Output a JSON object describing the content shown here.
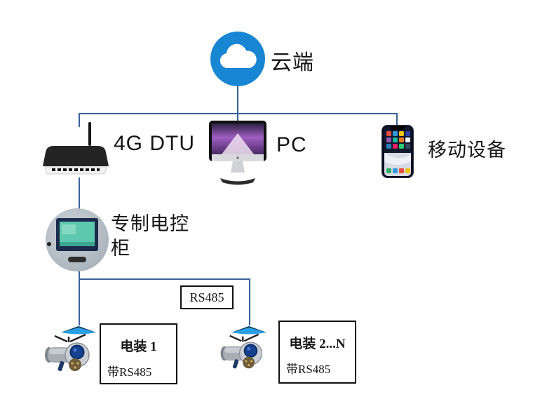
{
  "colors": {
    "accent_blue": "#1886d2",
    "line": "#3a6196",
    "cone_top": "#0d3e63",
    "cone_body": "#2aa0e4",
    "screen_teal": "#5ec9ae"
  },
  "nodes": {
    "cloud": {
      "label": "云端",
      "icon": "cloud-icon"
    },
    "dtu": {
      "label": "4G DTU",
      "icon": "router-icon"
    },
    "pc": {
      "label": "PC",
      "icon": "imac-icon"
    },
    "mobile": {
      "label": "移动设备",
      "icon": "smartphone-icon"
    },
    "cabinet": {
      "label_line1": "专制电控",
      "label_line2": "柜",
      "icon": "control-cabinet-icon"
    }
  },
  "bus": {
    "label": "RS485"
  },
  "actuators": [
    {
      "title": "电装 1",
      "subtitle": "带RS485"
    },
    {
      "title": "电装 2...N",
      "subtitle": "带RS485"
    }
  ]
}
